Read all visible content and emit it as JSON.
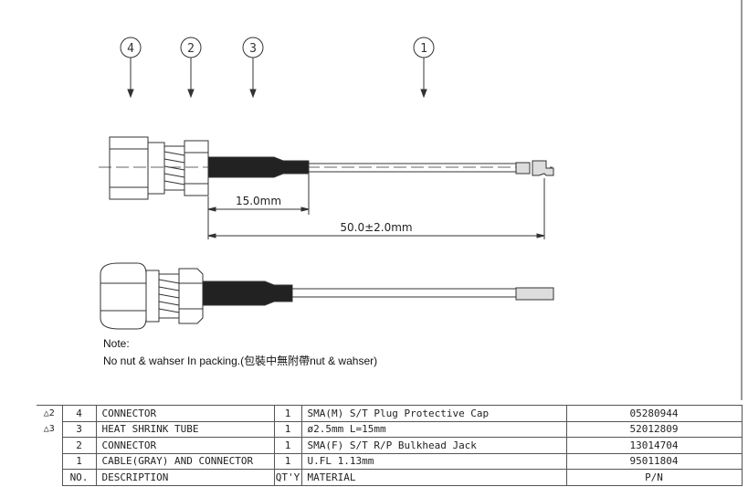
{
  "balloons": [
    "4",
    "2",
    "3",
    "1"
  ],
  "dimensions": {
    "heat_shrink": "15.0mm",
    "total_length": "50.0±2.0mm"
  },
  "note": {
    "title": "Note:",
    "text": "No nut & wahser In packing.(包裝中無附帶nut & wahser)"
  },
  "bom": {
    "rows": [
      {
        "flag": "2",
        "no": "4",
        "description": "CONNECTOR",
        "qty": "1",
        "material": "SMA(M) S/T Plug Protective Cap",
        "pn": "05280944"
      },
      {
        "flag": "3",
        "no": "3",
        "description": "HEAT SHRINK TUBE",
        "qty": "1",
        "material": "ø2.5mm L=15mm",
        "pn": "52012809"
      },
      {
        "flag": "",
        "no": "2",
        "description": "CONNECTOR",
        "qty": "1",
        "material": "SMA(F) S/T R/P Bulkhead Jack",
        "pn": "13014704"
      },
      {
        "flag": "",
        "no": "1",
        "description": "CABLE(GRAY) AND CONNECTOR",
        "qty": "1",
        "material": "U.FL 1.13mm",
        "pn": "95011804"
      }
    ],
    "header": {
      "no": "NO.",
      "description": "DESCRIPTION",
      "qty": "QT'Y",
      "material": "MATERIAL",
      "pn": "P/N"
    }
  }
}
